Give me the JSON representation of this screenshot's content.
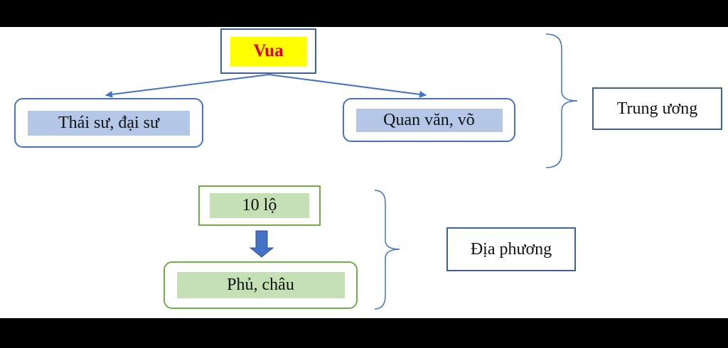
{
  "central": {
    "king": "Vua",
    "left": "Thái sư, đại sư",
    "right": "Quan văn, võ",
    "group_label": "Trung ương"
  },
  "local": {
    "top": "10 lộ",
    "bottom": "Phủ, châu",
    "group_label": "Địa phương"
  },
  "colors": {
    "blue_border": "#3d5f9c",
    "card_border": "#4472c4",
    "blue_fill": "#b4c7e7",
    "green_border": "#70ad47",
    "green_fill": "#c5e0b4",
    "king_fill": "#ffff00",
    "king_text": "#e00000",
    "arrow": "#4472c4"
  }
}
